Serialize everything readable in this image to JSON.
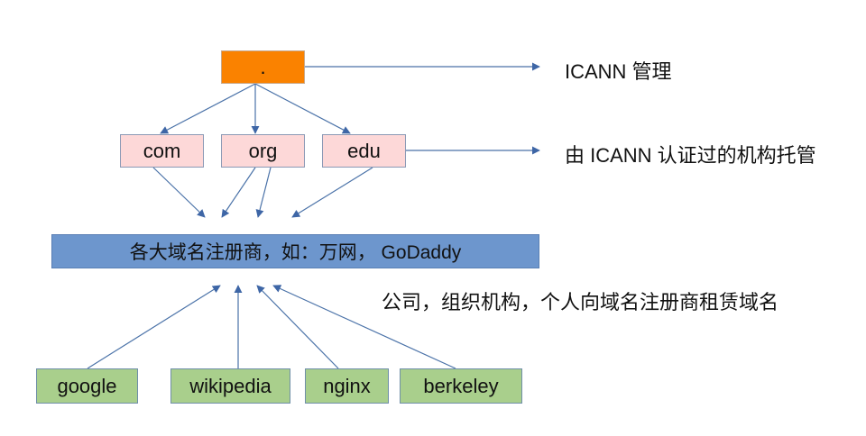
{
  "nodes": {
    "root": {
      "label": "."
    },
    "tlds": [
      {
        "label": "com"
      },
      {
        "label": "org"
      },
      {
        "label": "edu"
      }
    ],
    "registrar": {
      "label": "各大域名注册商，如：万网， GoDaddy"
    },
    "orgs": [
      {
        "label": "google"
      },
      {
        "label": "wikipedia"
      },
      {
        "label": "nginx"
      },
      {
        "label": "berkeley"
      }
    ]
  },
  "notes": {
    "root": "ICANN  管理",
    "tld": "由  ICANN  认证过的机构托管",
    "registrar": "公司，组织机构，个人向域名注册商租赁域名"
  },
  "colors": {
    "root_fill": "#fa8200",
    "tld_fill": "#fdd8d8",
    "registrar_fill": "#6d96cd",
    "org_fill": "#a9cf8c",
    "arrow": "#4a72a8"
  }
}
